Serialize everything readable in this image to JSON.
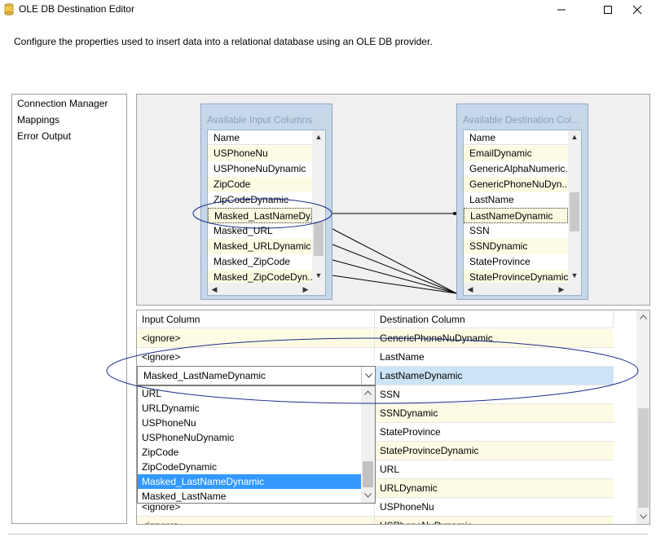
{
  "window": {
    "title": "OLE DB Destination Editor"
  },
  "description": "Configure the properties used to insert data into a relational database using an OLE DB provider.",
  "nav": {
    "items": [
      "Connection Manager",
      "Mappings",
      "Error Output"
    ]
  },
  "input_box": {
    "title": "Available Input Columns",
    "header": "Name",
    "rows": [
      "USPhoneNu",
      "USPhoneNuDynamic",
      "ZipCode",
      "ZipCodeDynamic",
      "Masked_LastNameDy...",
      "Masked_URL",
      "Masked_URLDynamic",
      "Masked_ZipCode",
      "Masked_ZipCodeDyn..."
    ]
  },
  "dest_box": {
    "title": "Available Destination Col...",
    "header": "Name",
    "rows": [
      "EmailDynamic",
      "GenericAlphaNumeric...",
      "GenericPhoneNuDyn...",
      "LastName",
      "LastNameDynamic",
      "SSN",
      "SSNDynamic",
      "StateProvince",
      "StateProvinceDynamic"
    ]
  },
  "grid": {
    "headers": {
      "input": "Input Column",
      "destination": "Destination Column"
    },
    "rows": [
      {
        "input": "<ignore>",
        "destination": "GenericPhoneNuDynamic"
      },
      {
        "input": "<ignore>",
        "destination": "LastName"
      },
      {
        "input": "Masked_LastNameDynamic",
        "destination": "LastNameDynamic"
      },
      {
        "input": "",
        "destination": "SSN"
      },
      {
        "input": "",
        "destination": "SSNDynamic"
      },
      {
        "input": "",
        "destination": "StateProvince"
      },
      {
        "input": "",
        "destination": "StateProvinceDynamic"
      },
      {
        "input": "",
        "destination": "URL"
      },
      {
        "input": "",
        "destination": "URLDynamic"
      },
      {
        "input": "<ignore>",
        "destination": "USPhoneNu"
      },
      {
        "input": "<ignore>",
        "destination": "USPhoneNuDynamic"
      }
    ]
  },
  "combo": {
    "value": "Masked_LastNameDynamic",
    "options": [
      "URL",
      "URLDynamic",
      "USPhoneNu",
      "USPhoneNuDynamic",
      "ZipCode",
      "ZipCodeDynamic",
      "Masked_LastNameDynamic",
      "Masked_LastName"
    ],
    "selected": "Masked_LastNameDynamic"
  }
}
